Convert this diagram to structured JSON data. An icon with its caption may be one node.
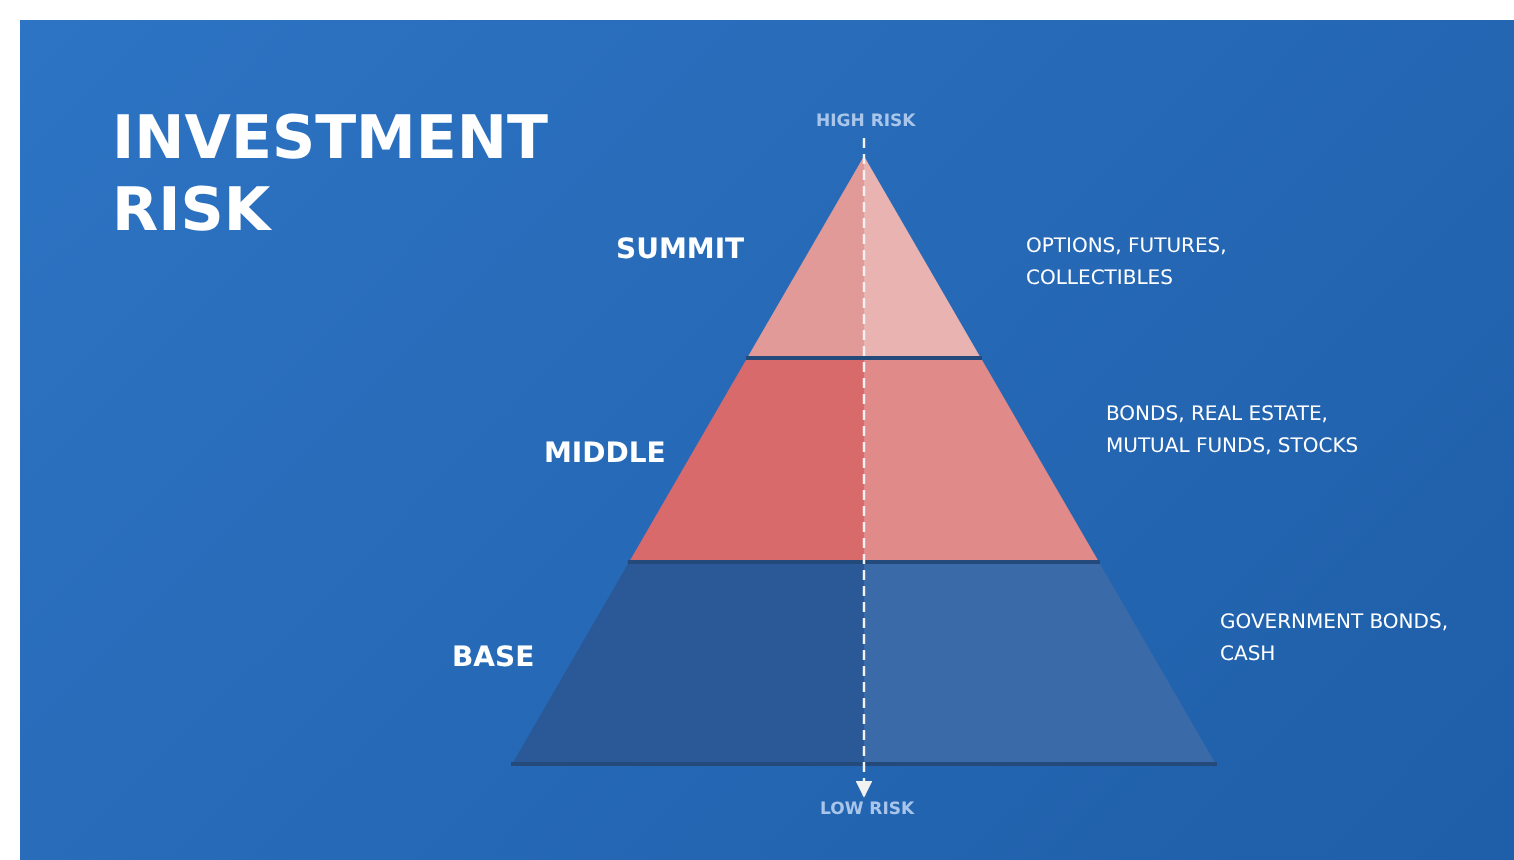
{
  "diagram": {
    "title": "INVESTMENT RISK",
    "nodes": [
      {
        "text": [
          "SUMMIT"
        ],
        "beside": [
          "OPTIONS, FUTURES, COLLECTIBLES"
        ]
      },
      {
        "text": [
          "MIDDLE"
        ],
        "beside": [
          "BONDS, REAL ESTATE, MUTUAL FUNDS, STOCKS"
        ]
      },
      {
        "text": [
          "BASE"
        ],
        "beside": [
          "GOVERNMENT BONDS, CASH"
        ]
      },
      {
        "text": [
          "HIGH RISK"
        ]
      },
      {
        "text": [
          "LOW RISK"
        ]
      }
    ],
    "edges": [
      {
        "from": 3,
        "to": 4,
        "arrow": "to",
        "style": "dashed"
      }
    ]
  }
}
